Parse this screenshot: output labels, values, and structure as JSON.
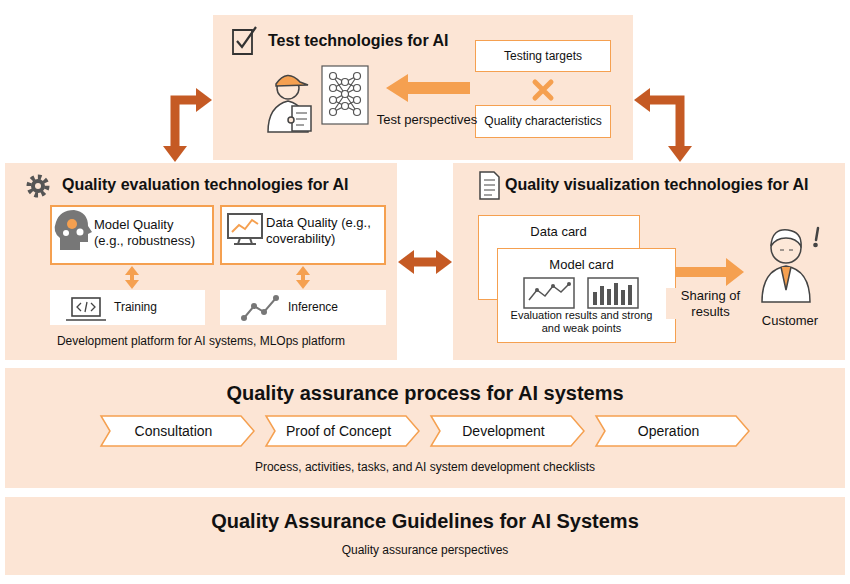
{
  "diagram": {
    "nodes": [
      {
        "text": [
          "Test technologies for AI"
        ]
      },
      {
        "text": [
          "Testing targets"
        ],
        "in": 0
      },
      {
        "text": [
          "Quality characteristics"
        ],
        "in": 0
      },
      {
        "text": [
          "Quality evaluation technologies for AI",
          "Development platform for AI systems, MLOps platform"
        ]
      },
      {
        "text": [
          "Model Quality (e.g., robustness)"
        ],
        "in": 3
      },
      {
        "text": [
          "Data Quality (e.g., coverability)"
        ],
        "in": 3
      },
      {
        "text": [
          "Training"
        ],
        "in": 3
      },
      {
        "text": [
          "Inference"
        ],
        "in": 3
      },
      {
        "text": [
          "Quality visualization technologies for AI"
        ]
      },
      {
        "text": [
          "Data card"
        ],
        "in": 8
      },
      {
        "text": [
          "Model card",
          "Evaluation results and strong and weak points"
        ],
        "in": 8
      },
      {
        "text": [
          "Customer"
        ],
        "in": 8
      },
      {
        "text": [
          "Quality assurance process for AI systems",
          "Process, activities, tasks, and AI system development checklists"
        ]
      },
      {
        "text": [
          "Consultation"
        ],
        "in": 12
      },
      {
        "text": [
          "Proof of Concept"
        ],
        "in": 12
      },
      {
        "text": [
          "Development"
        ],
        "in": 12
      },
      {
        "text": [
          "Operation"
        ],
        "in": 12
      },
      {
        "text": [
          "Quality Assurance Guidelines for AI Systems",
          "Quality assurance perspectives"
        ]
      }
    ],
    "edges": [
      {
        "from": 0,
        "to": 3,
        "arrow": "both"
      },
      {
        "from": 0,
        "to": 8,
        "arrow": "both"
      },
      {
        "from": 3,
        "to": 8,
        "arrow": "both"
      },
      {
        "from": 4,
        "to": 6,
        "arrow": "both"
      },
      {
        "from": 5,
        "to": 7,
        "arrow": "both"
      },
      {
        "from": 10,
        "to": 11,
        "label": "Sharing of results",
        "arrow": "to"
      }
    ],
    "labels": [
      "Test perspectives"
    ]
  }
}
